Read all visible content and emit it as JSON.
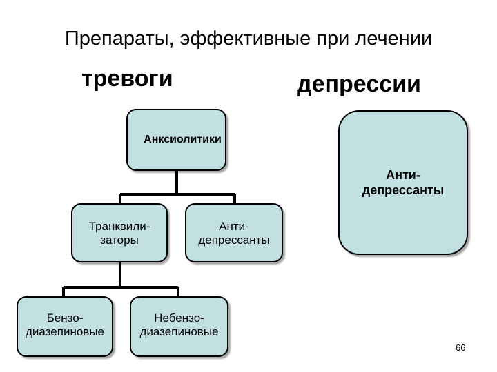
{
  "title": "Препараты, эффективные при лечении",
  "headings": {
    "left": "тревоги",
    "right": "депрессии"
  },
  "nodes": {
    "anxiolytics": "Анксиолитики",
    "antidepressants_right": "Анти-\nдепрессанты",
    "tranquilizers": "Транквили-\nзаторы",
    "antidepressants_left": "Анти-\nдепрессанты",
    "benzodiazepines": "Бензо-\nдиазепиновые",
    "nonbenzodiazepines": "Небензо-\nдиазепиновые"
  },
  "page_number": "66",
  "colors": {
    "box_fill": "#c2e0e2",
    "line": "#000000"
  }
}
